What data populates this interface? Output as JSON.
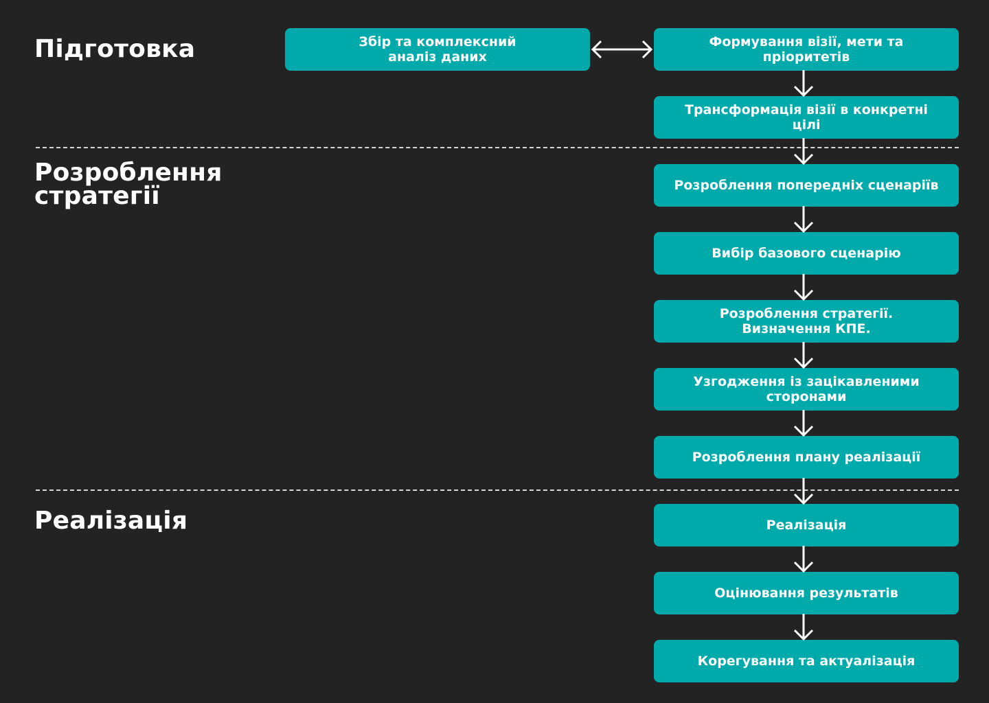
{
  "phases": {
    "preparation": "Підготовка",
    "development": "Розроблення стратегії",
    "implementation": "Реалізація"
  },
  "steps": {
    "data_collection": "Збір та комплексний аналіз даних",
    "vision": "Формування візії, мети та пріоритетів",
    "transformation": "Трансформація візії в конкретні цілі",
    "prelim_scenarios": "Розроблення попередніх сценаріїв",
    "base_scenario": "Вибір базового сценарію",
    "strategy_kpi": "Розроблення стратегії. Визначення КПЕ.",
    "stakeholders": "Узгодження із зацікавленими сторонами",
    "implementation_plan": "Розроблення плану реалізації",
    "implementation": "Реалізація",
    "evaluation": "Оцінювання результатів",
    "adjustment": "Корегування та актуалізація"
  },
  "colors": {
    "background": "#232323",
    "box": "#00aaaa",
    "text": "#ffffff",
    "divider": "#d9d9d9"
  }
}
